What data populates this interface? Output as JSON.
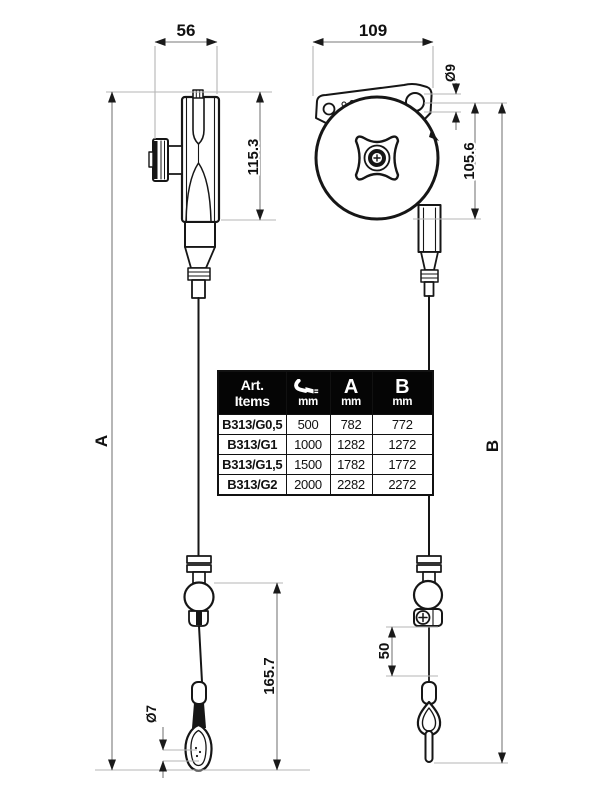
{
  "drawing": {
    "dim_labels": {
      "side_width": "56",
      "front_width": "109",
      "body_height": "115.3",
      "hole_diameter": "Ø9",
      "flange_to_outlet": "105.6",
      "overall_length_a": "A",
      "overall_length_b": "B",
      "hook_section_length": "165.7",
      "hook_wire_diameter": "Ø7",
      "clamp_to_thimble": "50"
    }
  },
  "table": {
    "header": {
      "items_line1": "Art.",
      "items_line2": "Items",
      "stroke_icon": "cable-stroke-icon",
      "stroke_unit": "mm",
      "a_label": "A",
      "a_unit": "mm",
      "b_label": "B",
      "b_unit": "mm"
    },
    "rows": [
      {
        "item": "B313/G0,5",
        "stroke": "500",
        "a": "782",
        "b": "772"
      },
      {
        "item": "B313/G1",
        "stroke": "1000",
        "a": "1282",
        "b": "1272"
      },
      {
        "item": "B313/G1,5",
        "stroke": "1500",
        "a": "1782",
        "b": "1772"
      },
      {
        "item": "B313/G2",
        "stroke": "2000",
        "a": "2282",
        "b": "2272"
      }
    ]
  },
  "colors": {
    "outline": "#161616",
    "dimension_line": "#7a7a7a",
    "extension_line": "#b5b5b5",
    "arrow": "#1a1a1a",
    "table_header_bg": "#000000",
    "table_header_fg": "#ffffff"
  }
}
